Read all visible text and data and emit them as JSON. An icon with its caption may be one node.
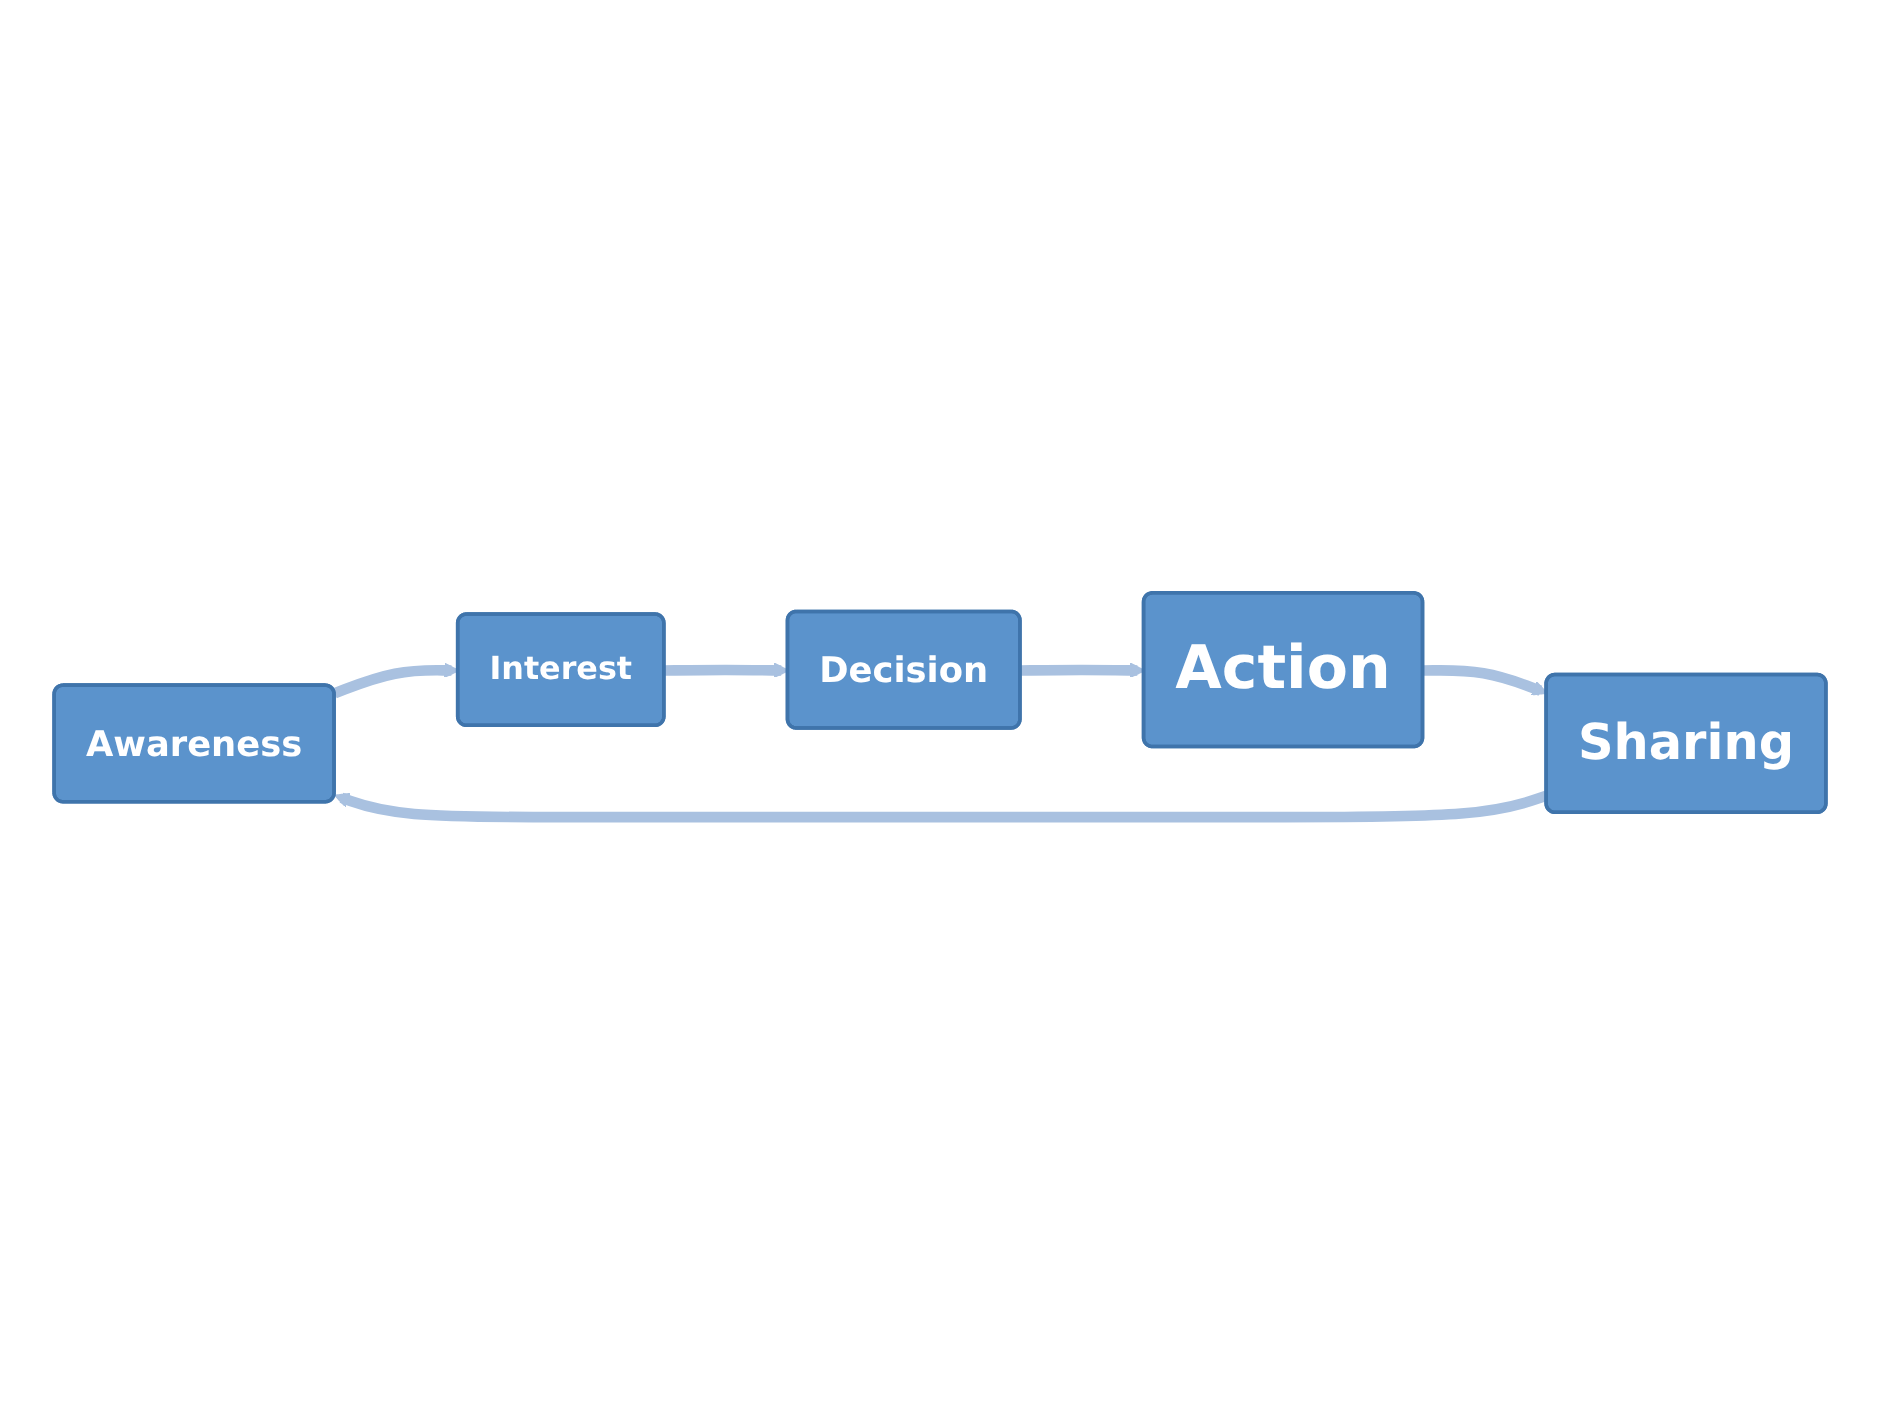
{
  "diagram": {
    "nodes": [
      {
        "text": [
          "Awareness"
        ]
      },
      {
        "text": [
          "Interest"
        ]
      },
      {
        "text": [
          "Decision"
        ]
      },
      {
        "text": [
          "Action"
        ]
      },
      {
        "text": [
          "Sharing"
        ]
      }
    ],
    "edges": [
      {
        "from": 0,
        "to": 1,
        "arrow": "to"
      },
      {
        "from": 1,
        "to": 2,
        "arrow": "to"
      },
      {
        "from": 2,
        "to": 3,
        "arrow": "to"
      },
      {
        "from": 3,
        "to": 4,
        "arrow": "to"
      },
      {
        "from": 4,
        "to": 0,
        "arrow": "to"
      }
    ]
  }
}
